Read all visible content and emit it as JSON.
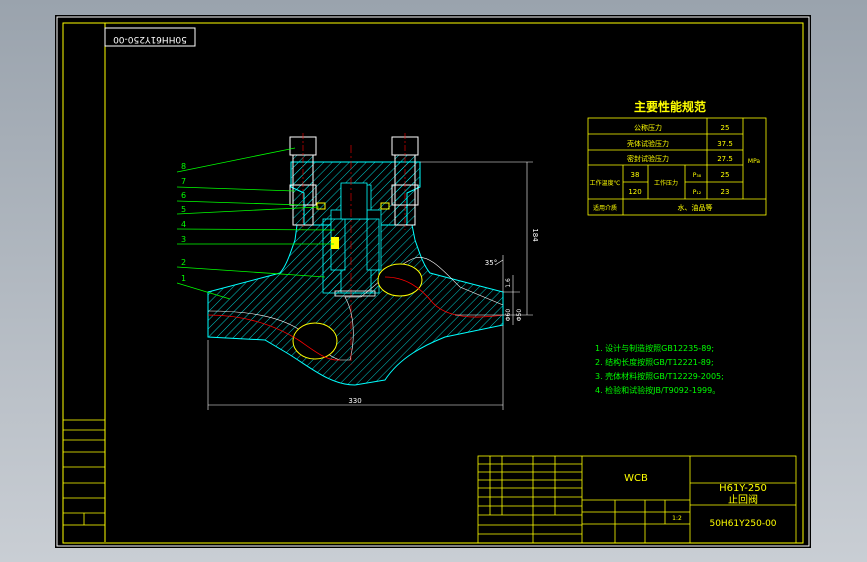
{
  "drawing": {
    "mirrored_code": "50HH61Y250-00",
    "spec_table": {
      "title": "主要性能规范",
      "rows": [
        {
          "label": "公称压力",
          "value": "25"
        },
        {
          "label": "壳体试验压力",
          "value": "37.5"
        },
        {
          "label": "密封试验压力",
          "value": "27.5"
        }
      ],
      "unit": "MPa",
      "work_temp_label": "工作温度℃",
      "work_pressure_label": "工作压力",
      "temp_values": [
        "38",
        "120"
      ],
      "pressure_symbols": [
        "P₃₈",
        "P₁₂"
      ],
      "pressure_values": [
        "25",
        "23"
      ],
      "medium_label": "适用介质",
      "medium_value": "水、油品等"
    },
    "notes": [
      "1. 设计与制造按照GB12235-89;",
      "2. 结构长度按照GB/T12221-89;",
      "3. 壳体材料按照GB/T12229-2005;",
      "4. 检验和试验按JB/T9092-1999。"
    ],
    "part_numbers": [
      "8",
      "7",
      "6",
      "5",
      "4",
      "3",
      "2",
      "1"
    ],
    "dimensions": {
      "length": "330",
      "height": "184",
      "angle": "35°",
      "small1": "1.6",
      "small2": "Φ60",
      "small3": "Φ50"
    },
    "title_block": {
      "material": "WCB",
      "model": "H61Y-250",
      "name": "止回阀",
      "code": "50H61Y250-00",
      "scale": "1:2"
    }
  }
}
